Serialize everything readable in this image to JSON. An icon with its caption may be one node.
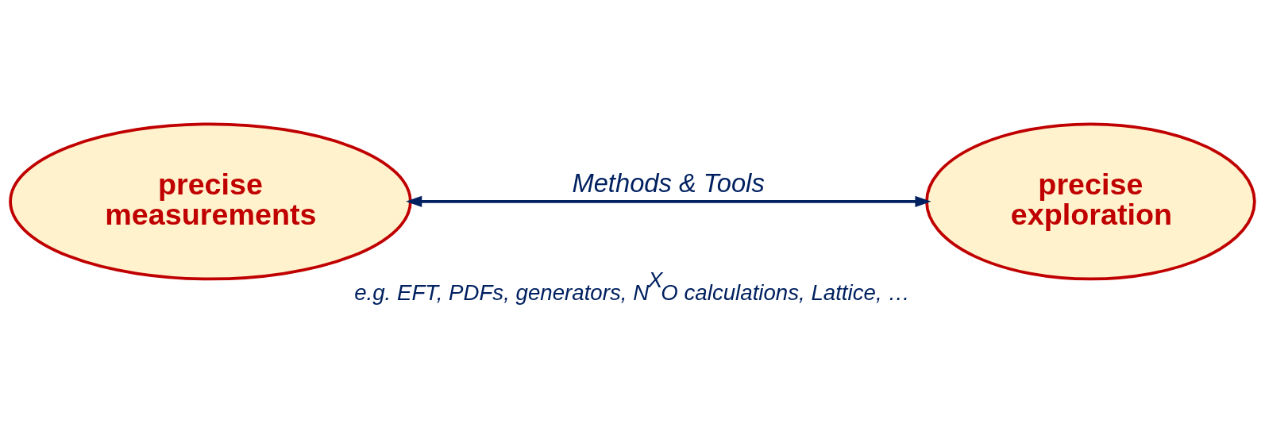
{
  "diagram": {
    "caption": "e.g. EFT, PDFs, generators, N$^{X}$O calculations, Lattice, …",
    "nodes": [
      {
        "text": [
          "precise measurements"
        ]
      },
      {
        "text": [
          "precise exploration"
        ]
      }
    ],
    "edges": [
      {
        "from": 0,
        "to": 1,
        "arrow": "both",
        "label": "Methods & Tools"
      }
    ]
  }
}
